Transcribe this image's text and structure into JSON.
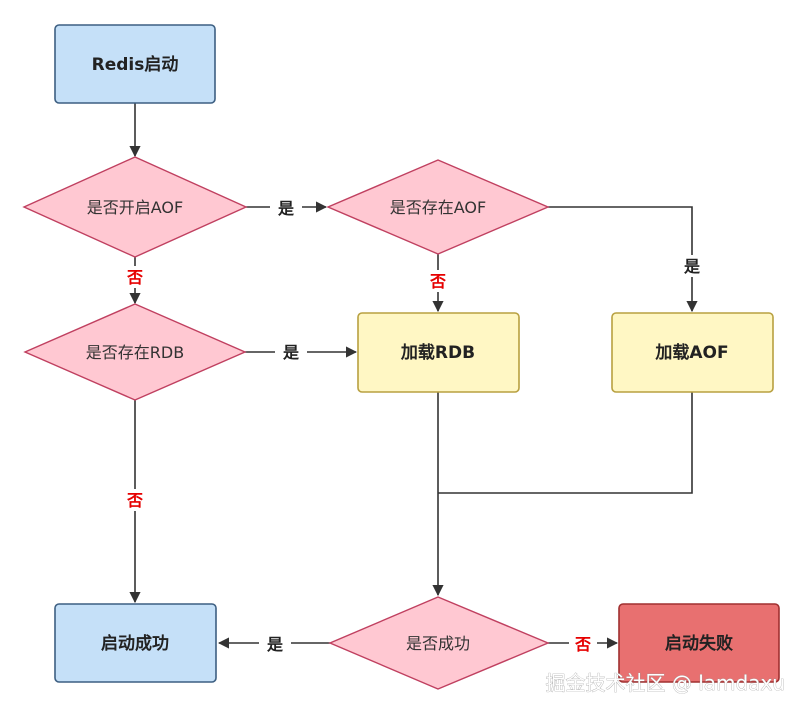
{
  "nodes": {
    "start": "Redis启动",
    "aof_enabled": "是否开启AOF",
    "aof_exists": "是否存在AOF",
    "rdb_exists": "是否存在RDB",
    "load_rdb": "加载RDB",
    "load_aof": "加载AOF",
    "success_check": "是否成功",
    "start_success": "启动成功",
    "start_fail": "启动失败"
  },
  "edge_labels": {
    "yes": "是",
    "no": "否"
  },
  "watermark": "掘金技术社区 @ lamdaxu",
  "colors": {
    "blue_fill": "#c5e0f8",
    "blue_stroke": "#3d5f82",
    "pink_fill": "#ffc8d2",
    "pink_stroke": "#c04060",
    "yellow_fill": "#fff7c4",
    "yellow_stroke": "#b8a040",
    "red_fill": "#e87070",
    "red_stroke": "#a03030",
    "line": "#333333",
    "no_label": "#e60000"
  }
}
